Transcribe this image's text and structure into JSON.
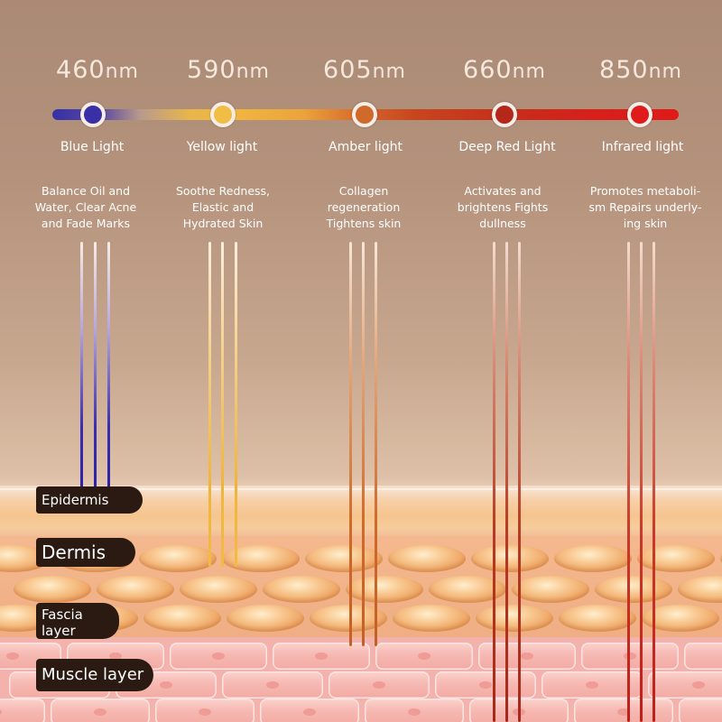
{
  "lights": [
    {
      "value": "460",
      "unit": "nm",
      "label": "Blue Light",
      "description": "Balance Oil and\nWater, Clear Acne\nand Fade Marks",
      "color": "#3a2fa6"
    },
    {
      "value": "590",
      "unit": "nm",
      "label": "Yellow light",
      "description": "Soothe Redness,\nElastic and\nHydrated Skin",
      "color": "#f1bd45"
    },
    {
      "value": "605",
      "unit": "nm",
      "label": "Amber light",
      "description": "Collagen\nregeneration\nTightens skin",
      "color": "#cf6a2a"
    },
    {
      "value": "660",
      "unit": "nm",
      "label": "Deep Red Light",
      "description": "Activates and\nbrightens Fights\ndullness",
      "color": "#b5261b"
    },
    {
      "value": "850",
      "unit": "nm",
      "label": "Infrared light",
      "description": "Promotes metaboli-\nsm Repairs underly-\ning skin",
      "color": "#e01b1b"
    }
  ],
  "layers": {
    "epidermis": "Epidermis",
    "dermis": "Dermis",
    "fascia": "Fascia\nlayer",
    "muscle": "Muscle layer"
  }
}
